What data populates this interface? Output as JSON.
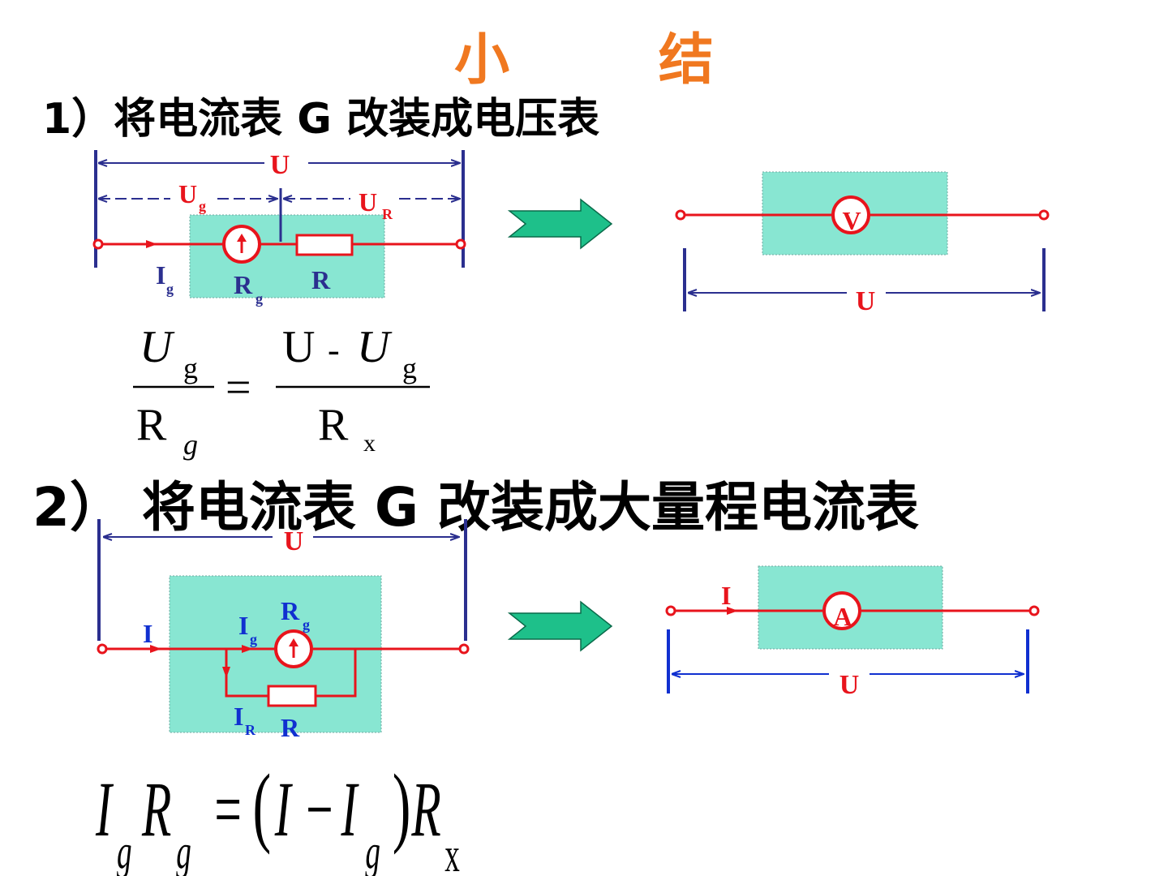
{
  "title": "小  结",
  "section1": {
    "heading": "1）将电流表 G 改装成电压表",
    "labels": {
      "U": "U",
      "Ug_main": "U",
      "Ug_sub": "g",
      "UR_main": "U",
      "UR_sub": "R",
      "Ig_main": "I",
      "Ig_sub": "g",
      "Rg_main": "R",
      "Rg_sub": "g",
      "R": "R",
      "V": "V",
      "U_right": "U"
    },
    "formula": {
      "num_left_main": "U",
      "num_left_sub": "g",
      "den_left_main": "R",
      "den_left_sub": "g",
      "equals": "=",
      "num_right_a": "U",
      "num_right_minus": "-",
      "num_right_b": "U",
      "num_right_sub": "g",
      "den_right_main": "R",
      "den_right_sub": "x"
    }
  },
  "section2": {
    "heading": "2） 将电流表 G 改装成大量程电流表",
    "labels": {
      "U": "U",
      "I": "I",
      "Ig_main": "I",
      "Ig_sub": "g",
      "Rg_main": "R",
      "Rg_sub": "g",
      "IR_main": "I",
      "IR_sub": "R",
      "R": "R",
      "A": "A",
      "I_right": "I",
      "U_right": "U"
    },
    "formula": {
      "t1": "I",
      "t1_sub": "g",
      "t2": "R",
      "t2_sub": "g",
      "eq": "=",
      "lparen": "(",
      "t3": "I",
      "minus": "−",
      "t4": "I",
      "t4_sub": "g",
      "rparen": ")",
      "t5": "R",
      "t5_sub": "x"
    }
  },
  "colors": {
    "title": "#f07820",
    "wire": "#e8141c",
    "dim": "#2b2f8f",
    "dim_blue": "#1030d0",
    "box": "#88e6d2",
    "arrow": "#1ec08a"
  }
}
